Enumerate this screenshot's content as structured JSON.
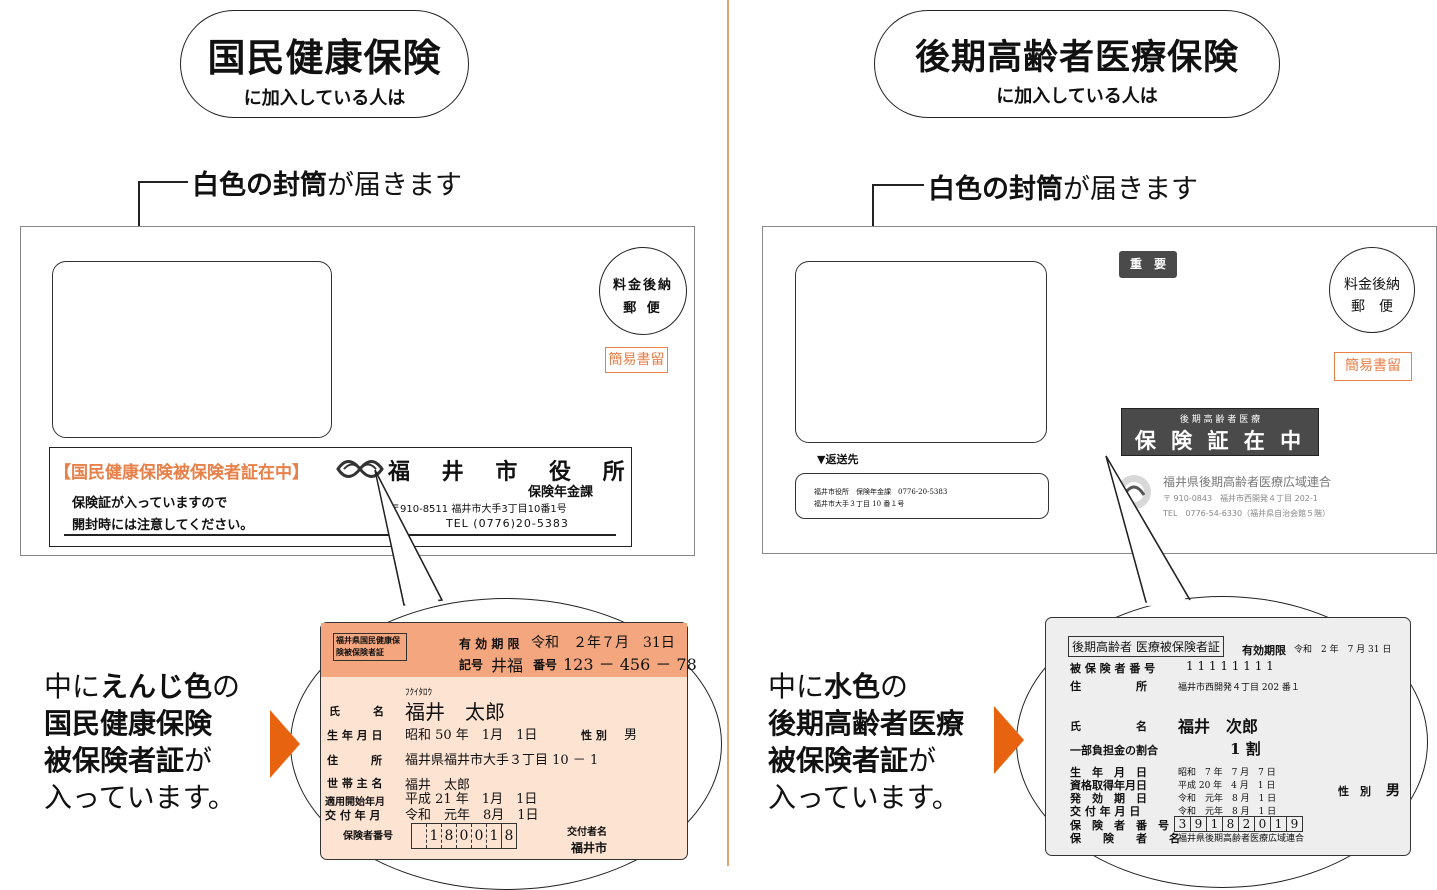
{
  "left": {
    "title": "国民健康保険",
    "subtitle": "に加入している人は",
    "arrow_label_bold": "白色の封筒",
    "arrow_label_rest": "が届きます",
    "stamp_line1": "料金後納",
    "stamp_line2": "郵 便",
    "registered_mail": "簡易書留",
    "insert_label": "【国民健康保険被保険者証在中】",
    "note_line1": "保険証が入っていますので",
    "note_line2": "開封時には注意してください。",
    "sender_name": "福 井 市 役 所",
    "sender_dept": "保険年金課",
    "sender_address": "〒910-8511 福井市大手3丁目10番1号",
    "sender_tel": "TEL (0776)20-5383",
    "middle_text": {
      "l1_pre": "中に",
      "l1_bold": "えんじ色",
      "l1_post": "の",
      "l2_bold": "国民健康保険",
      "l3_bold": "被保険者証",
      "l3_post": "が",
      "l4": "入っています。"
    },
    "card": {
      "header_box": "福井県国民健康保険被保険者証",
      "validity_label": "有 効 期 限",
      "validity_value": "令和　２年７月　31日",
      "symbol_label": "記号",
      "symbol_value": "井福",
      "number_label": "番号",
      "number_value": "123 － 456 － 78",
      "furigana": "ﾌｸｲﾀﾛｳ",
      "name_label": "氏　　　名",
      "name_value": "福井　太郎",
      "birth_label": "生 年 月 日",
      "birth_value": "昭和 50 年　1月　1日",
      "sex_label": "性 別",
      "sex_value": "男",
      "address_label": "住　　　所",
      "address_value": "福井県福井市大手３丁目 10 － 1",
      "householder_label": "世 帯 主 名",
      "householder_value": "福井　太郎",
      "start_label": "適用開始年月",
      "start_value": "平成 21 年　1月　1日",
      "issue_label": "交 付 年 月",
      "issue_value": "令和　元年　8月　1日",
      "insurer_label": "保険者番号",
      "insurer_digits": [
        "",
        "1",
        "8",
        "0",
        "0",
        "1",
        "8"
      ],
      "issuer_label": "交付者名",
      "issuer_value": "福井市"
    }
  },
  "right": {
    "title": "後期高齢者医療保険",
    "subtitle": "に加入している人は",
    "arrow_label_bold": "白色の封筒",
    "arrow_label_rest": "が届きます",
    "important_badge": "重　要",
    "stamp_line1": "料金後納",
    "stamp_line2": "郵　便",
    "registered_mail": "簡易書留",
    "banner_small": "後 期 高 齢 者 医 療",
    "banner_big": "保 険 証 在 中",
    "return_label": "▼返送先",
    "return_line1": "福井市役所　保険年金課　0776-20-5383",
    "return_line2": "福井市大手３丁目 10 番１号",
    "union_name": "福井県後期高齢者医療広域連合",
    "union_address": "〒 910-0843　福井市西開発４丁目 202-1",
    "union_tel": "TEL　0776-54-6330（福井県自治会館５階）",
    "middle_text": {
      "l1_pre": "中に",
      "l1_bold": "水色",
      "l1_post": "の",
      "l2_bold": "後期高齢者医療",
      "l3_bold": "被保険者証",
      "l3_post": "が",
      "l4": "入っています。"
    },
    "card": {
      "header_box": "後期高齢者 医療被保険者証",
      "validity_label": "有効期限",
      "validity_value": "令和　2 年　7 月 31 日",
      "insured_no_label": "被 保 険 者 番 号",
      "insured_no_value": "1 1 1 1 1 1 1 1",
      "address_label": "住　　　　　所",
      "address_value": "福井市西開発４丁目 202 番１",
      "name_label": "氏　　　　　名",
      "name_value": "福井　次郎",
      "copay_label": "一部負担金の割合",
      "copay_value": "1 割",
      "birth_label": "生　年　月　日",
      "birth_value": "昭和　7 年　7 月　7 日",
      "qualify_label": "資格取得年月日",
      "qualify_value": "平成 20 年　4 月　1 日",
      "effective_label": "発　効　期　日",
      "effective_value": "令和　元年　8 月　1 日",
      "issue_label": "交 付 年 月 日",
      "issue_value": "令和　元年　8 月　1 日",
      "sex_label": "性　別",
      "sex_value": "男",
      "insurer_no_label": "保　険　者　番　号",
      "insurer_digits": [
        "3",
        "9",
        "1",
        "8",
        "2",
        "0",
        "1",
        "9"
      ],
      "insurer_label": "保　　険　　者　　名",
      "insurer_value": "福井県後期高齢者医療広域連合"
    }
  },
  "colors": {
    "accent_orange": "#e8804a",
    "card_header_left": "#f4a77f",
    "card_body_left": "#fde3d2",
    "card_right": "#eeeeee",
    "arrow_triangle": "#e8630f",
    "banner_dark": "#4a4a4a"
  }
}
